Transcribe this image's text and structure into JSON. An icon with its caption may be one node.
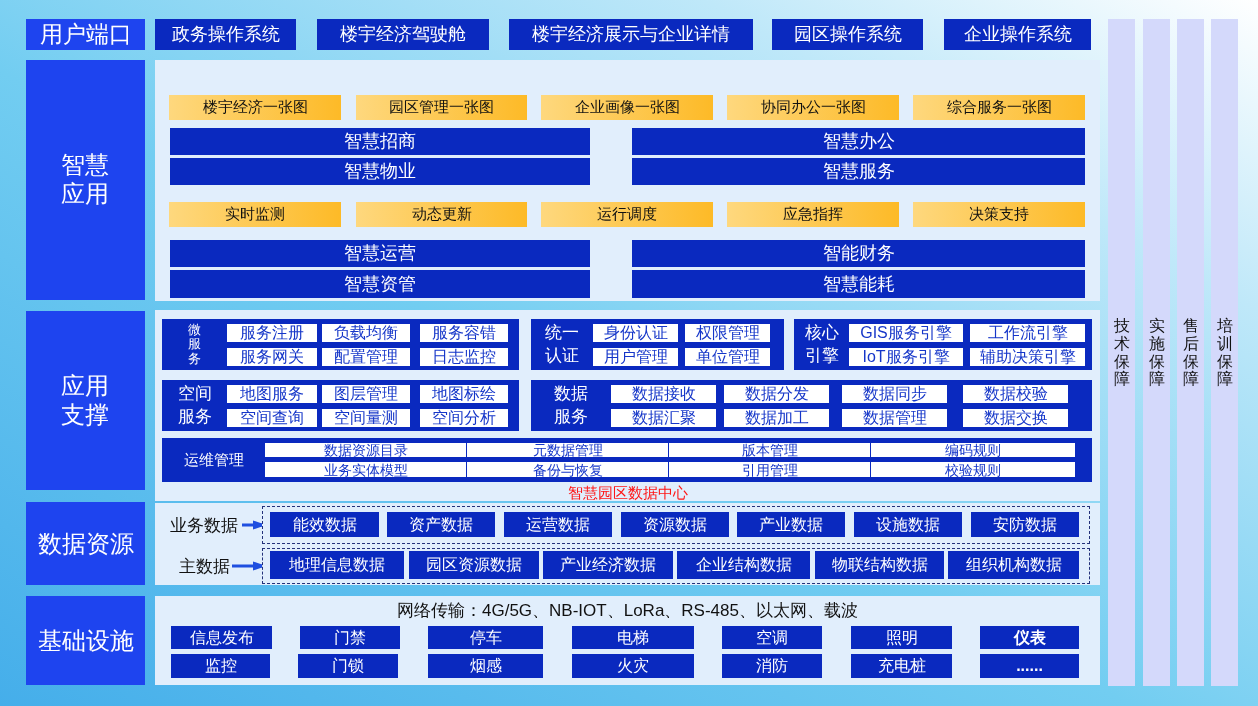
{
  "diagram": {
    "nodes": [
      {
        "text": [
          "用户端口"
        ]
      },
      {
        "text": [
          "政务操作系统"
        ]
      },
      {
        "text": [
          "楼宇经济驾驶舱"
        ]
      },
      {
        "text": [
          "楼宇经济展示与企业详情"
        ]
      },
      {
        "text": [
          "园区操作系统"
        ]
      },
      {
        "text": [
          "企业操作系统"
        ]
      },
      {
        "text": [
          "智慧应用"
        ]
      },
      {
        "text": [],
        "shape": "box"
      },
      {
        "text": [
          "楼宇经济一张图"
        ],
        "in": 7
      },
      {
        "text": [
          "园区管理一张图"
        ],
        "in": 7
      },
      {
        "text": [
          "企业画像一张图"
        ],
        "in": 7
      },
      {
        "text": [
          "协同办公一张图"
        ],
        "in": 7
      },
      {
        "text": [
          "综合服务一张图"
        ],
        "in": 7
      },
      {
        "text": [
          "智慧招商"
        ],
        "in": 7
      },
      {
        "text": [
          "智慧办公"
        ],
        "in": 7
      },
      {
        "text": [
          "智慧物业"
        ],
        "in": 7
      },
      {
        "text": [
          "智慧服务"
        ],
        "in": 7
      },
      {
        "text": [
          "实时监测"
        ],
        "in": 7
      },
      {
        "text": [
          "动态更新"
        ],
        "in": 7
      },
      {
        "text": [
          "运行调度"
        ],
        "in": 7
      },
      {
        "text": [
          "应急指挥"
        ],
        "in": 7
      },
      {
        "text": [
          "决策支持"
        ],
        "in": 7
      },
      {
        "text": [
          "智慧运营"
        ],
        "in": 7
      },
      {
        "text": [
          "智能财务"
        ],
        "in": 7
      },
      {
        "text": [
          "智慧资管"
        ],
        "in": 7
      },
      {
        "text": [
          "智慧能耗"
        ],
        "in": 7
      },
      {
        "text": [
          "应用支撑"
        ]
      },
      {
        "text": [],
        "shape": "box"
      },
      {
        "text": [
          "微服务"
        ],
        "in": 27
      },
      {
        "text": [
          "服务注册"
        ],
        "in": 28
      },
      {
        "text": [
          "负载均衡"
        ],
        "in": 28
      },
      {
        "text": [
          "服务容错"
        ],
        "in": 28
      },
      {
        "text": [
          "服务网关"
        ],
        "in": 28
      },
      {
        "text": [
          "配置管理"
        ],
        "in": 28
      },
      {
        "text": [
          "日志监控"
        ],
        "in": 28
      },
      {
        "text": [
          "统一认证"
        ],
        "in": 27
      },
      {
        "text": [
          "身份认证"
        ],
        "in": 35
      },
      {
        "text": [
          "权限管理"
        ],
        "in": 35
      },
      {
        "text": [
          "用户管理"
        ],
        "in": 35
      },
      {
        "text": [
          "单位管理"
        ],
        "in": 35
      },
      {
        "text": [
          "核心引擎"
        ],
        "in": 27
      },
      {
        "text": [
          "GIS服务引擎"
        ],
        "in": 40
      },
      {
        "text": [
          "工作流引擎"
        ],
        "in": 40
      },
      {
        "text": [
          "IoT服务引擎"
        ],
        "in": 40
      },
      {
        "text": [
          "辅助决策引擎"
        ],
        "in": 40
      },
      {
        "text": [
          "空间服务"
        ],
        "in": 27
      },
      {
        "text": [
          "地图服务"
        ],
        "in": 45
      },
      {
        "text": [
          "图层管理"
        ],
        "in": 45
      },
      {
        "text": [
          "地图标绘"
        ],
        "in": 45
      },
      {
        "text": [
          "空间查询"
        ],
        "in": 45
      },
      {
        "text": [
          "空间量测"
        ],
        "in": 45
      },
      {
        "text": [
          "空间分析"
        ],
        "in": 45
      },
      {
        "text": [
          "数据服务"
        ],
        "in": 27
      },
      {
        "text": [
          "数据接收"
        ],
        "in": 52
      },
      {
        "text": [
          "数据分发"
        ],
        "in": 52
      },
      {
        "text": [
          "数据同步"
        ],
        "in": 52
      },
      {
        "text": [
          "数据校验"
        ],
        "in": 52
      },
      {
        "text": [
          "数据汇聚"
        ],
        "in": 52
      },
      {
        "text": [
          "数据加工"
        ],
        "in": 52
      },
      {
        "text": [
          "数据管理"
        ],
        "in": 52
      },
      {
        "text": [
          "数据交换"
        ],
        "in": 52
      },
      {
        "text": [
          "运维管理"
        ],
        "in": 27
      },
      {
        "text": [
          "数据资源目录"
        ],
        "in": 61
      },
      {
        "text": [
          "元数据管理"
        ],
        "in": 61
      },
      {
        "text": [
          "版本管理"
        ],
        "in": 61
      },
      {
        "text": [
          "编码规则"
        ],
        "in": 61
      },
      {
        "text": [
          "业务实体模型"
        ],
        "in": 61
      },
      {
        "text": [
          "备份与恢复"
        ],
        "in": 61
      },
      {
        "text": [
          "引用管理"
        ],
        "in": 61
      },
      {
        "text": [
          "校验规则"
        ],
        "in": 61
      },
      {
        "text": [
          "数据资源"
        ]
      },
      {
        "text": [],
        "shape": "box"
      },
      {
        "text": [
          "业务数据"
        ],
        "in": 71
      },
      {
        "text": [],
        "shape": "box",
        "in": 71
      },
      {
        "text": [
          "能效数据"
        ],
        "in": 73
      },
      {
        "text": [
          "资产数据"
        ],
        "in": 73
      },
      {
        "text": [
          "运营数据"
        ],
        "in": 73
      },
      {
        "text": [
          "资源数据"
        ],
        "in": 73
      },
      {
        "text": [
          "产业数据"
        ],
        "in": 73
      },
      {
        "text": [
          "设施数据"
        ],
        "in": 73
      },
      {
        "text": [
          "安防数据"
        ],
        "in": 73
      },
      {
        "text": [
          "主数据"
        ],
        "in": 71
      },
      {
        "text": [],
        "shape": "box",
        "in": 71
      },
      {
        "text": [
          "地理信息数据"
        ],
        "in": 82
      },
      {
        "text": [
          "园区资源数据"
        ],
        "in": 82
      },
      {
        "text": [
          "产业经济数据"
        ],
        "in": 82
      },
      {
        "text": [
          "企业结构数据"
        ],
        "in": 82
      },
      {
        "text": [
          "物联结构数据"
        ],
        "in": 82
      },
      {
        "text": [
          "组织机构数据"
        ],
        "in": 82
      },
      {
        "text": [
          "基础设施"
        ]
      },
      {
        "text": [
          "网络传输：4G/5G、NB-IOT、LoRa、RS-485、以太网、载波"
        ]
      },
      {
        "text": [
          "信息发布"
        ],
        "in": 90
      },
      {
        "text": [
          "门禁"
        ],
        "in": 90
      },
      {
        "text": [
          "停车"
        ],
        "in": 90
      },
      {
        "text": [
          "电梯"
        ],
        "in": 90
      },
      {
        "text": [
          "空调"
        ],
        "in": 90
      },
      {
        "text": [
          "照明"
        ],
        "in": 90
      },
      {
        "text": [
          "仪表"
        ],
        "in": 90
      },
      {
        "text": [
          "监控"
        ],
        "in": 90
      },
      {
        "text": [
          "门锁"
        ],
        "in": 90
      },
      {
        "text": [
          "烟感"
        ],
        "in": 90
      },
      {
        "text": [
          "火灾"
        ],
        "in": 90
      },
      {
        "text": [
          "消防"
        ],
        "in": 90
      },
      {
        "text": [
          "充电桩"
        ],
        "in": 90
      },
      {
        "text": [
          "......"
        ],
        "in": 90
      },
      {
        "text": [
          "技术保障"
        ]
      },
      {
        "text": [
          "实施保障"
        ]
      },
      {
        "text": [
          "售后保障"
        ]
      },
      {
        "text": [
          "培训保障"
        ]
      }
    ],
    "edges": [
      {
        "from": 72,
        "to": 73,
        "arrow": "to"
      },
      {
        "from": 81,
        "to": 82,
        "arrow": "to"
      }
    ],
    "labels": [
      "智慧园区数据中心"
    ]
  }
}
